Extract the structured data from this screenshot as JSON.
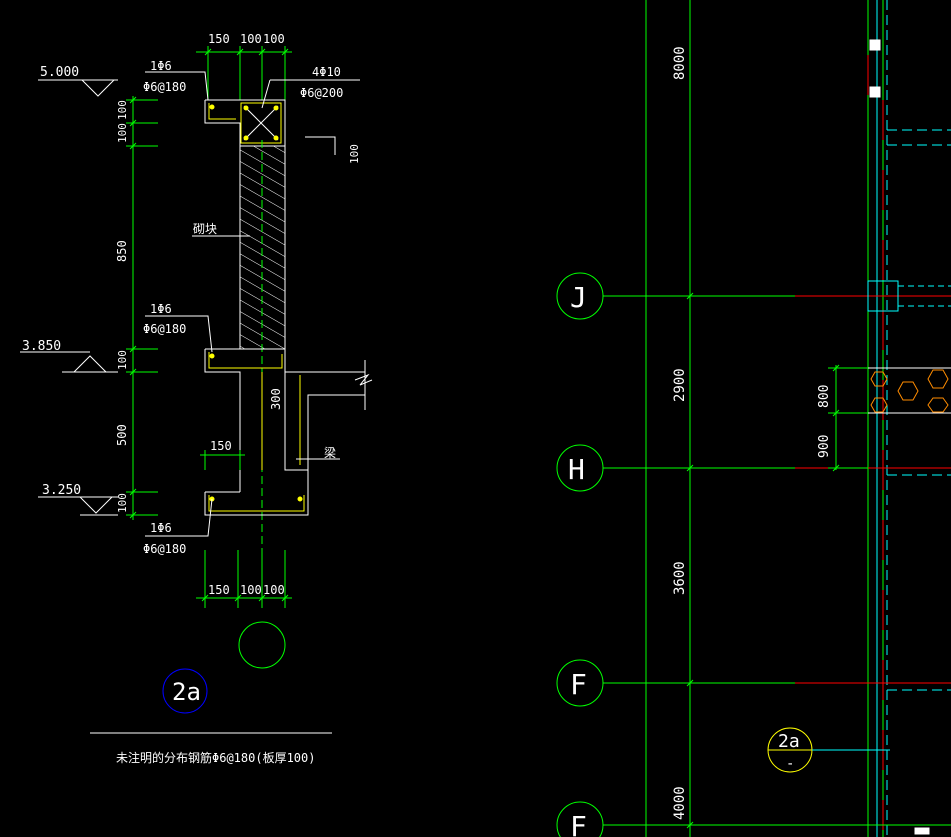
{
  "colors": {
    "background": "#000000",
    "green": "#00ff00",
    "white": "#ffffff",
    "yellow": "#ffff00",
    "cyan": "#00ffff",
    "red": "#ff0000",
    "blue": "#0000ff",
    "orange": "#ff8c00"
  },
  "section": {
    "top_dims": [
      "150",
      "100",
      "100"
    ],
    "bottom_dims": [
      "150",
      "100",
      "100"
    ],
    "elev_top": "5.000",
    "elev_mid": "3.850",
    "elev_bot": "3.250",
    "left_dims": [
      "100",
      "100",
      "850",
      "100",
      "500",
      "100"
    ],
    "rebar_1": "1Φ6",
    "rebar_1b": "Φ6@180",
    "rebar_2": "1Φ6",
    "rebar_2b": "Φ6@180",
    "rebar_3": "1Φ6",
    "rebar_3b": "Φ6@180",
    "column_rebar": "4Φ10",
    "column_stirrup": "Φ6@200",
    "hook_dim": "100",
    "masonry": "砌块",
    "beam": "梁",
    "dim_300": "300",
    "dim_150": "150",
    "detail_tag": "2a",
    "note": "未注明的分布钢筋Φ6@180(板厚100)"
  },
  "plan": {
    "axes": [
      {
        "label": "J"
      },
      {
        "label": "H"
      },
      {
        "label": "F"
      },
      {
        "label": "F"
      }
    ],
    "dims": [
      "8000",
      "2900",
      "3600",
      "4000"
    ],
    "side_dims": [
      "800",
      "900"
    ],
    "detail_ref": "2a",
    "detail_ref_sub": "-"
  }
}
